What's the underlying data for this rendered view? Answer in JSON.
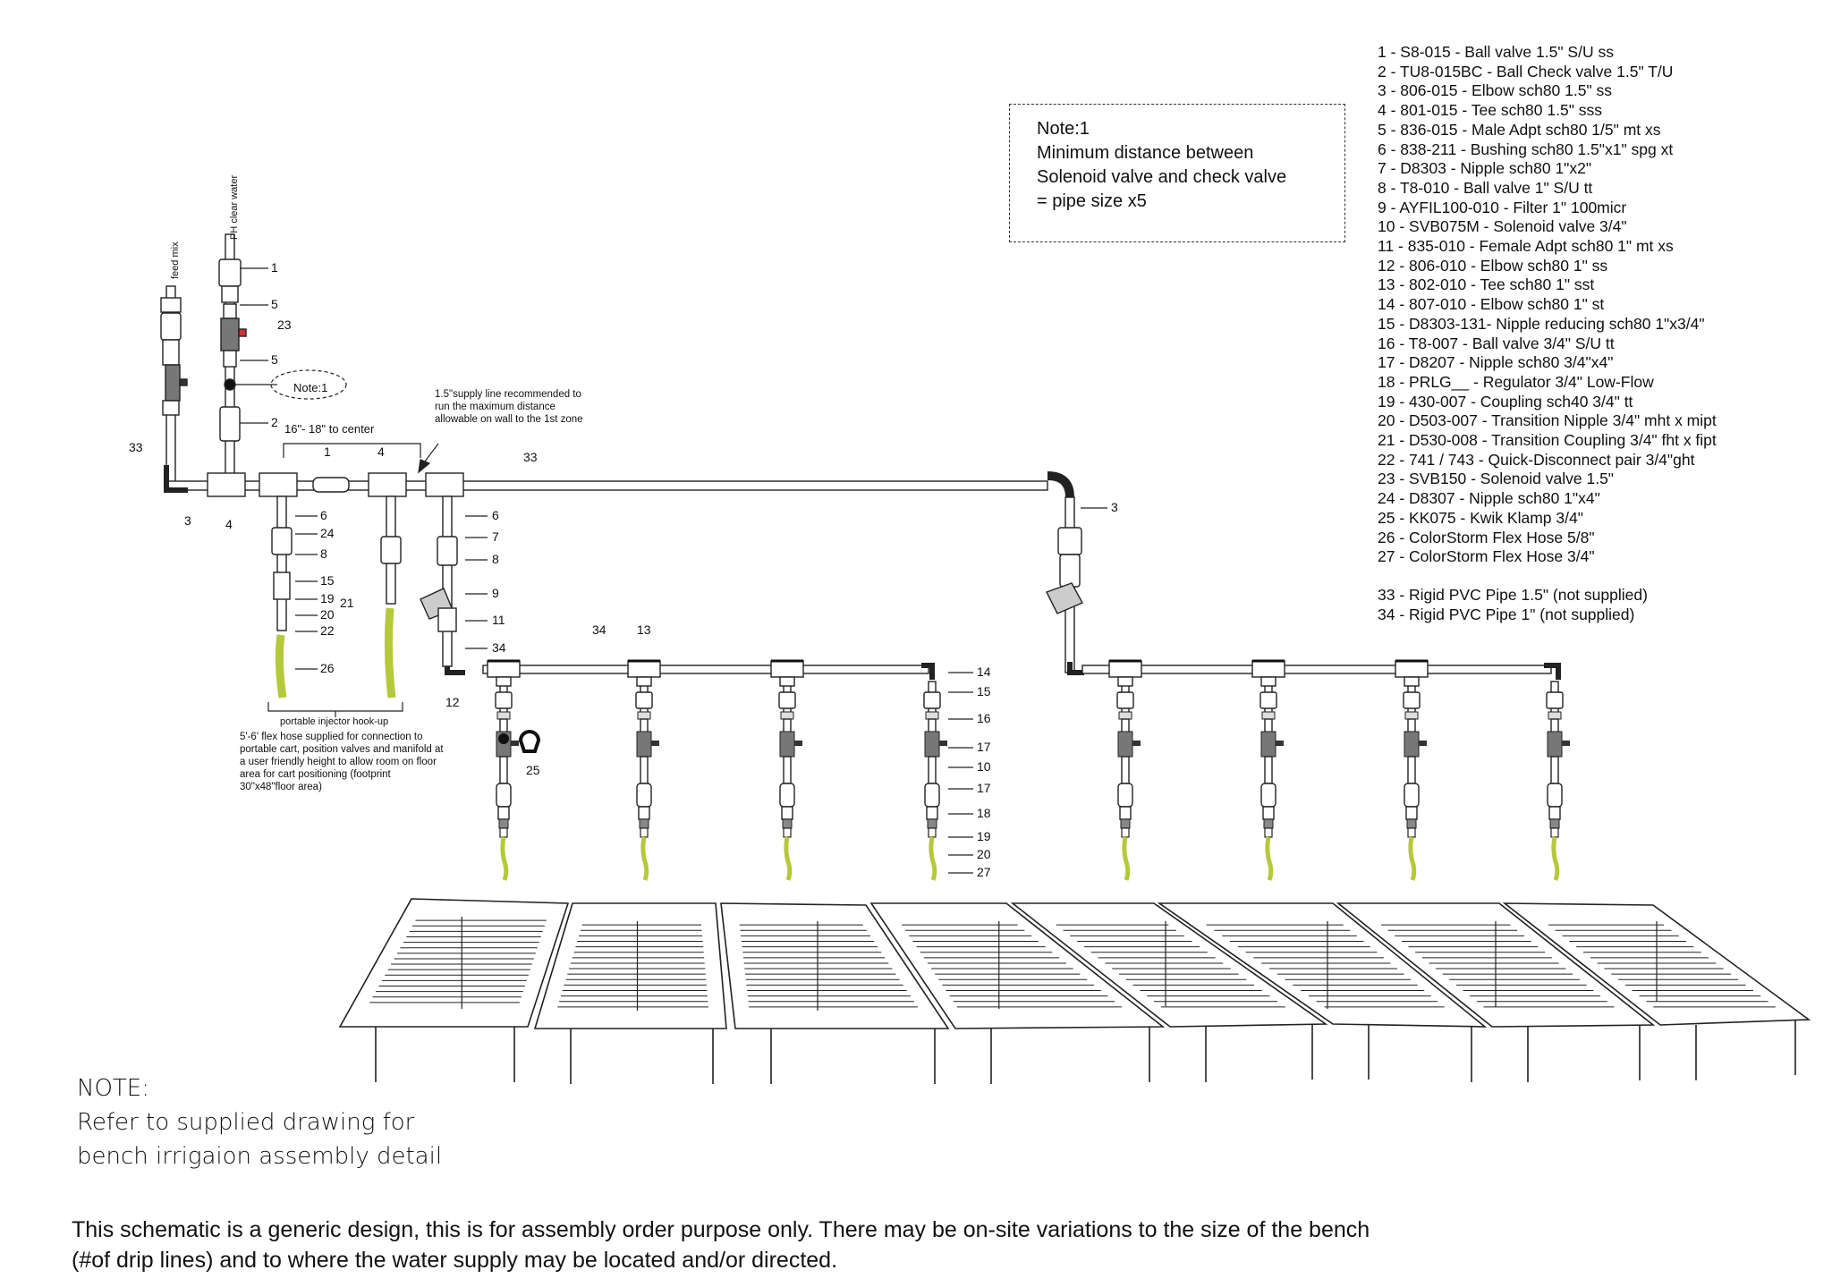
{
  "legend": {
    "items": [
      "1 - S8-015 - Ball valve 1.5\" S/U ss",
      "2 - TU8-015BC - Ball Check valve 1.5\" T/U",
      "3 - 806-015 - Elbow sch80 1.5\" ss",
      "4 - 801-015 - Tee sch80 1.5\" sss",
      "5 - 836-015 - Male Adpt sch80 1/5\" mt xs",
      "6 - 838-211 - Bushing sch80 1.5\"x1\" spg xt",
      "7 - D8303 - Nipple sch80 1\"x2\"",
      "8 - T8-010 - Ball valve 1\" S/U tt",
      "9 - AYFIL100-010 - Filter 1\" 100micr",
      "10 - SVB075M - Solenoid valve 3/4\"",
      "11 - 835-010 - Female Adpt sch80 1\" mt xs",
      "12 - 806-010 - Elbow sch80 1\" ss",
      "13 - 802-010 - Tee sch80 1\" sst",
      "14 - 807-010 - Elbow sch80 1\" st",
      "15 - D8303-131- Nipple reducing sch80 1\"x3/4\"",
      "16 - T8-007 - Ball valve 3/4\" S/U tt",
      "17 - D8207 - Nipple sch80 3/4\"x4\"",
      "18 - PRLG__ - Regulator 3/4\" Low-Flow",
      "19 - 430-007 - Coupling sch40 3/4\" tt",
      "20 - D503-007 - Transition Nipple 3/4\" mht x mipt",
      "21 - D530-008 - Transition Coupling 3/4\" fht x fipt",
      "22 - 741 / 743 - Quick-Disconnect pair 3/4\"ght",
      "23 - SVB150 - Solenoid valve 1.5\"",
      "24 - D8307 - Nipple sch80 1\"x4\"",
      "25 - KK075 - Kwik Klamp 3/4\"",
      "26 - ColorStorm Flex Hose 5/8\"",
      "27 - ColorStorm Flex Hose 3/4\""
    ],
    "extra_items": [
      "33 - Rigid PVC Pipe 1.5\" (not supplied)",
      "34 - Rigid PVC Pipe 1\" (not supplied)"
    ]
  },
  "note1": {
    "lines": [
      "Note:1",
      "Minimum distance between",
      "Solenoid valve and check valve",
      "= pipe size x5"
    ],
    "callout": "Note:1"
  },
  "labels": {
    "feed_mix": "feed mix",
    "ph_clear_water": "PH clear water",
    "center_dim": "16\"- 18\" to center",
    "supply_note": [
      "1.5\"supply line recommended to",
      "run the maximum distance",
      "allowable on wall to the 1st zone"
    ],
    "injector_title": "portable injector hook-up",
    "injector_note": [
      "5'-6' flex hose supplied for connection to",
      "portable cart, position valves and manifold at",
      "a user friendly height to allow room on floor",
      "area for cart positioning (footprint",
      "30\"x48\"floor area)"
    ]
  },
  "callouts": {
    "left_1": "1",
    "left_5a": "5",
    "left_23": "23",
    "left_5b": "5",
    "left_2": "2",
    "left_33": "33",
    "left_3": "3",
    "left_4": "4",
    "top_1": "1",
    "top_4": "4",
    "main_33": "33",
    "right_3": "3",
    "inj_6": "6",
    "inj_24": "24",
    "inj_8": "8",
    "inj_15": "15",
    "inj_19": "19",
    "inj_20": "20",
    "inj_22": "22",
    "inj_21": "21",
    "inj_26": "26",
    "z_6": "6",
    "z_7": "7",
    "z_8": "8",
    "z_9": "9",
    "z_11": "11",
    "z_34": "34",
    "z_12": "12",
    "m_34": "34",
    "m_13": "13",
    "r_14": "14",
    "r_15": "15",
    "r_16": "16",
    "r_17a": "17",
    "r_10": "10",
    "r_17b": "17",
    "r_18": "18",
    "r_19": "19",
    "r_20": "20",
    "r_27": "27",
    "c_25": "25"
  },
  "bottom_note": [
    "NOTE:",
    "Refer to supplied drawing for",
    "bench irrigaion assembly  detail"
  ],
  "footer": "This schematic is a generic design, this is for assembly order purpose only. There may be on-site variations to the size of the bench (#of drip lines) and to where the water supply may be located and/or directed.",
  "colors": {
    "hose": "#b5c93a",
    "line": "#222222",
    "pipe_fill": "#ffffff",
    "solenoid": "#777777"
  }
}
